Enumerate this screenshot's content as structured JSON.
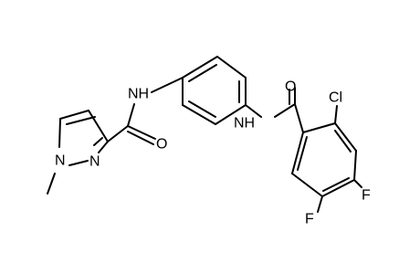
{
  "molecule": {
    "atoms": {
      "nh_left": "NH",
      "o_left": "O",
      "n_methyl": "N",
      "n_pyrazole": "N",
      "nh_right": "NH",
      "o_right": "O",
      "cl": "Cl",
      "f_para": "F",
      "f_meta": "F"
    },
    "colors": {
      "bond": "#000000",
      "label": "#000000",
      "background": "#ffffff"
    }
  }
}
